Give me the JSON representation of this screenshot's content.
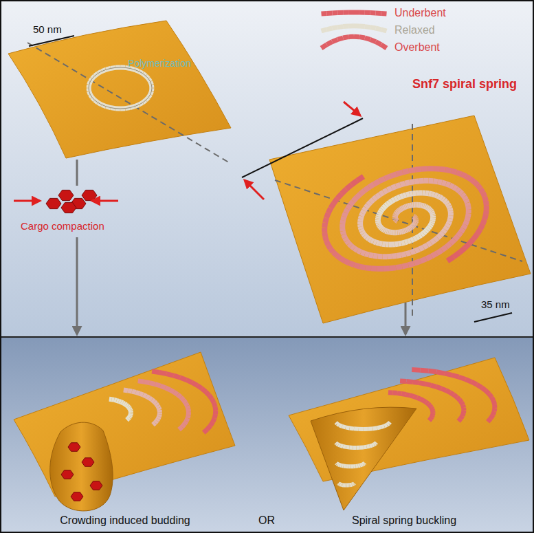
{
  "diagram": {
    "labels": [
      "50 nm",
      "Polymerization",
      "Snf7 spiral spring",
      "Cargo compaction",
      "35 nm",
      "Crowding induced budding",
      "OR",
      "Spiral spring buckling"
    ],
    "legend": [
      {
        "text": "Underbent"
      },
      {
        "text": "Relaxed"
      },
      {
        "text": "Overbent"
      }
    ]
  }
}
